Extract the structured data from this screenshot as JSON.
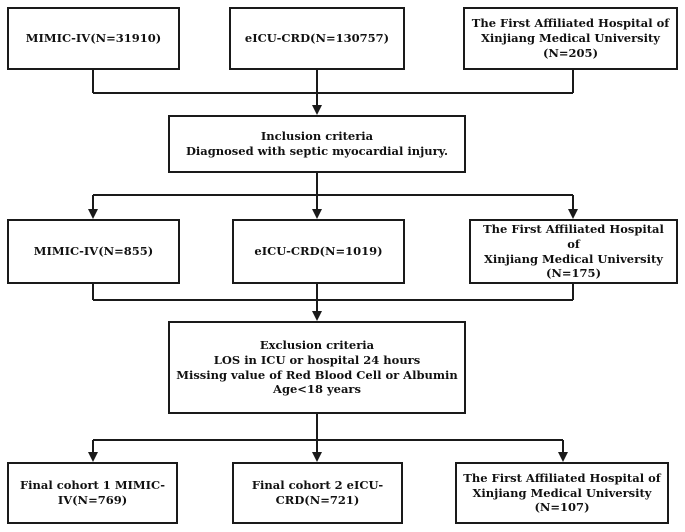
{
  "sources": [
    {
      "text": "MIMIC-IV(N=31910)"
    },
    {
      "text": "eICU-CRD(N=130757)"
    },
    {
      "lines": [
        "The First Affiliated Hospital of",
        "Xinjiang Medical University",
        "(N=205)"
      ]
    }
  ],
  "inclusion": {
    "lines": [
      "Inclusion criteria",
      "Diagnosed with septic myocardial injury."
    ]
  },
  "included": [
    {
      "text": "MIMIC-IV(N=855)"
    },
    {
      "text": "eICU-CRD(N=1019)"
    },
    {
      "lines": [
        "The First Affiliated Hospital of",
        "Xinjiang Medical University",
        "(N=175)"
      ]
    }
  ],
  "exclusion": {
    "lines": [
      "Exclusion criteria",
      "LOS in ICU or hospital 24 hours",
      "Missing value of Red Blood Cell or Albumin",
      "Age<18 years"
    ]
  },
  "finals": [
    {
      "lines": [
        "Final cohort 1 MIMIC-",
        "IV(N=769)"
      ]
    },
    {
      "lines": [
        "Final cohort 2 eICU-",
        "CRD(N=721)"
      ]
    },
    {
      "lines": [
        "The First Affiliated Hospital of",
        "Xinjiang Medical University",
        "(N=107)"
      ]
    }
  ]
}
